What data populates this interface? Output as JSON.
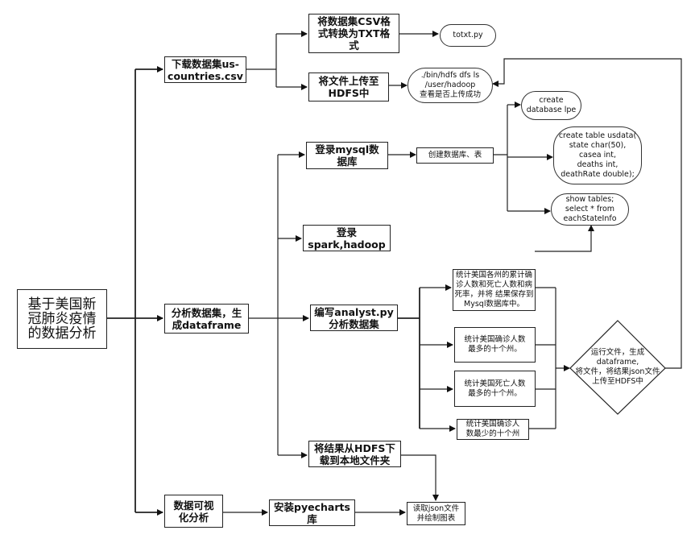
{
  "nodes": {
    "root": "基于美国新\n冠肺炎疫情\n的数据分析",
    "download": "下载数据集us-\ncountries.csv",
    "convert": "将数据集CSV格\n式转换为TXT格\n式",
    "totxt": "totxt.py",
    "upload": "将文件上传至\nHDFS中",
    "hdfs_cmd": "./bin/hdfs dfs ls\n/user/hadoop\n查看是否上传成功",
    "analyze": "分析数据集，生\n成dataframe",
    "mysql_login": "登录mysql数\n据库",
    "create_db_table": "创建数据库、表",
    "create_db": "create\ndatabase lpe",
    "create_table": "create table usdata(\nstate char(50),\ncasea int,\ndeaths int,\ndeathRate double);",
    "show_tables": "show tables;\nselect *  from\neachStateInfo",
    "spark_login": "登录\nspark,hadoop",
    "analyst": "编写analyst.py\n分析数据集",
    "stat1": "统计美国各州的累计确\n诊人数和死亡人数和病\n死率，并将 结果保存到\nMysql数据库中。",
    "stat2": "统计美国确诊人数\n最多的十个州。",
    "stat3": "统计美国死亡人数\n最多的十个州。",
    "stat4": "统计美国确诊人\n数最少的十个州",
    "run": "运行文件，生成\ndataframe,\n将文件，将结果json文件\n上传至HDFS中",
    "download_local": "将结果从HDFS下\n载到本地文件夹",
    "visual": "数据可视\n化分析",
    "pyecharts": "安装pyecharts\n库",
    "read_json": "读取json文件\n并绘制图表"
  }
}
